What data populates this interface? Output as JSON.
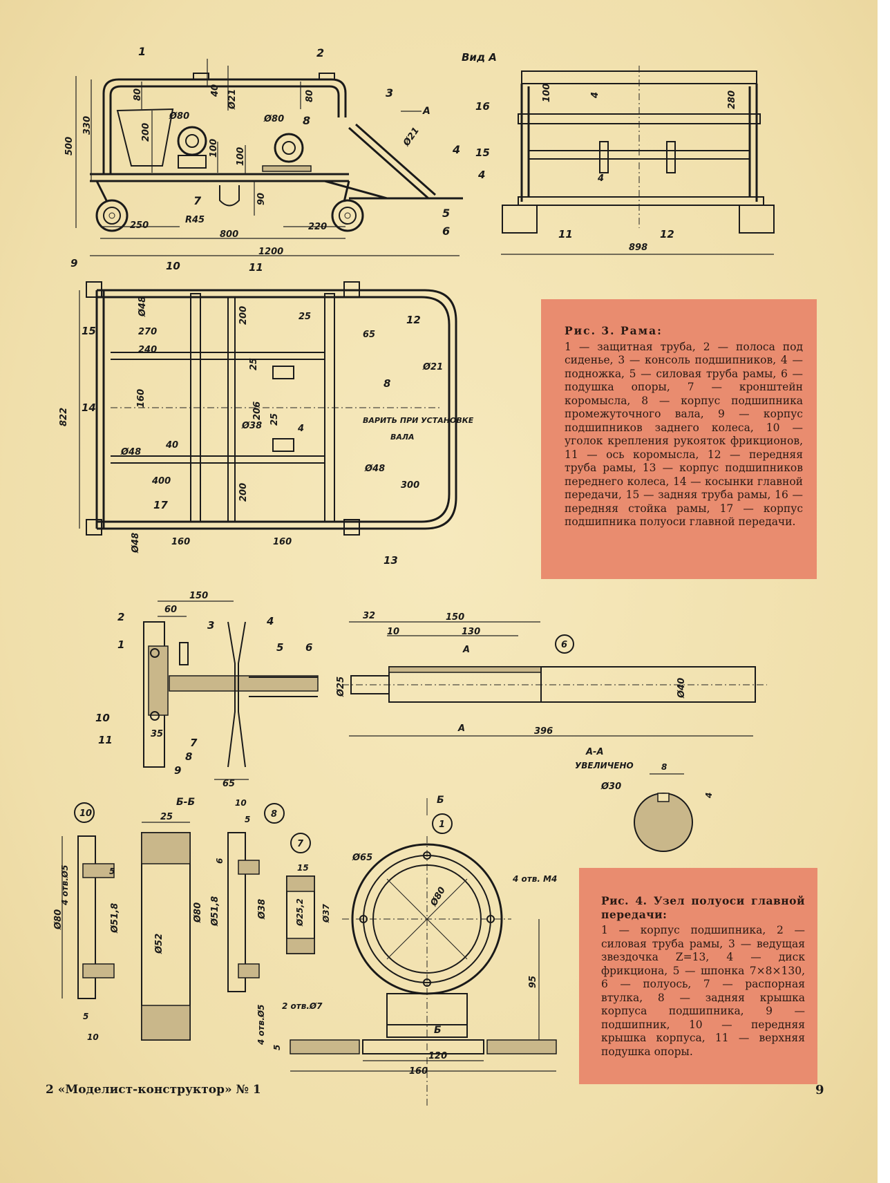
{
  "fig3": {
    "title": "Рис. 3. Рама:",
    "body": "1 — защитная труба, 2 — полоса под сиденье, 3 — консоль подшипников, 4 — подножка, 5 — силовая труба рамы, 6 — подушка опоры, 7 — кронштейн коромысла, 8 — корпус подшипника промежуточного вала, 9 — корпус подшипников заднего колеса, 10 — уголок крепления рукояток фрикционов, 11 — ось коромысла, 12 — передняя труба рамы, 13 — корпус подшипников переднего колеса, 14 — косынки главной передачи, 15 — задняя труба рамы, 16 — передняя стойка рамы, 17 — корпус подшипника полуоси главной передачи."
  },
  "fig4": {
    "title": "Рис. 4. Узел полуоси главной передачи:",
    "body": "1 — корпус подшипника, 2 — силовая труба рамы, 3 — ведущая звездочка Z=13, 4 — диск фрикциона, 5 — шпонка 7×8×130, 6 — полуось, 7 — распорная втулка, 8 — задняя крышка корпуса подшипника, 9 — подшипник, 10 — передняя крышка корпуса, 11 — верхняя подушка опоры."
  },
  "footer": {
    "left": "2 «Моделист-конструктор» № 1",
    "right": "9"
  },
  "drawing_labels": {
    "vid_a": "Вид А",
    "side_dims": [
      "1",
      "2",
      "3",
      "4",
      "5",
      "6",
      "7",
      "8",
      "80",
      "40",
      "Ø21",
      "80",
      "Ø80",
      "Ø80",
      "200",
      "100",
      "100",
      "330",
      "500",
      "90",
      "R45",
      "250",
      "220",
      "800",
      "A",
      "Ø21"
    ],
    "view_a_dims": [
      "16",
      "15",
      "4",
      "100",
      "4",
      "280",
      "4",
      "11",
      "12",
      "898"
    ],
    "top_dims": [
      "1200",
      "9",
      "10",
      "11",
      "12",
      "13",
      "14",
      "15",
      "17",
      "8",
      "Ø48",
      "270",
      "240",
      "160",
      "822",
      "Ø48",
      "40",
      "400",
      "160",
      "160",
      "Ø48",
      "200",
      "25",
      "206",
      "Ø38",
      "25",
      "4",
      "200",
      "25",
      "65",
      "Ø21",
      "Ø48",
      "300",
      "ВАРИТЬ ПРИ УСТАНОВКЕ",
      "ВАЛА"
    ],
    "axle_dims": [
      "150",
      "60",
      "2",
      "1",
      "3",
      "4",
      "5",
      "6",
      "10",
      "11",
      "35",
      "9",
      "8",
      "7",
      "65"
    ],
    "shaft_dims": [
      "32",
      "150",
      "10",
      "130",
      "A",
      "A",
      "Ø25",
      "Ø40",
      "396",
      "6"
    ],
    "section_aa": [
      "А-А",
      "УВЕЛИЧЕНО",
      "8",
      "Ø30",
      "4"
    ],
    "part10": [
      "10",
      "4 отв.Ø5",
      "5",
      "Ø80",
      "Ø51,8",
      "5",
      "10"
    ],
    "section_bb": [
      "Б-Б",
      "25",
      "Ø52",
      "Ø80"
    ],
    "part8": [
      "8",
      "10",
      "5",
      "6",
      "Ø51,8",
      "Ø38",
      "4 отв.Ø5"
    ],
    "part7": [
      "7",
      "15",
      "Ø25,2",
      "Ø37"
    ],
    "part1": [
      "1",
      "Б",
      "Ø65",
      "Ø80",
      "4 отв. М4",
      "95",
      "2 отв.Ø7",
      "5",
      "120",
      "160",
      "Б"
    ]
  }
}
